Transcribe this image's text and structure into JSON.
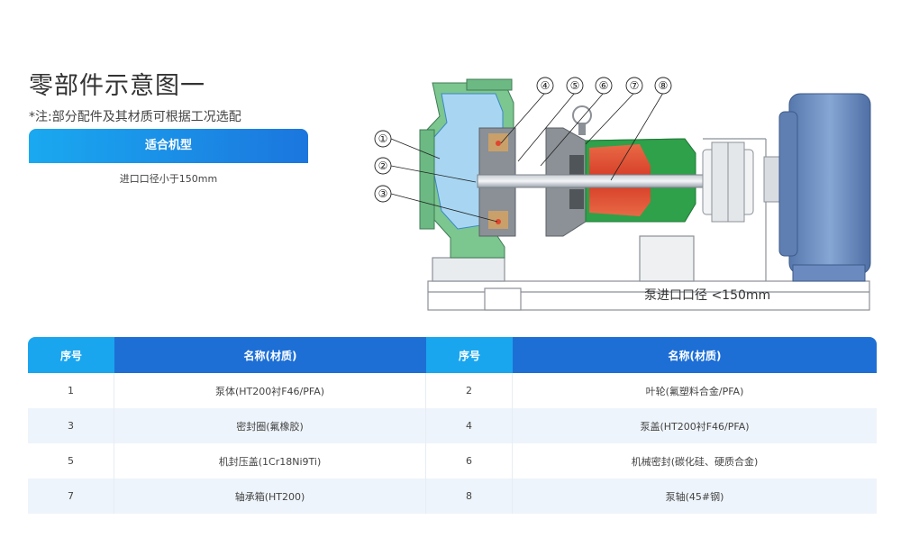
{
  "page": {
    "title": "零部件示意图一",
    "note": "*注:部分配件及其材质可根据工况选配"
  },
  "fit": {
    "header": "适合机型",
    "value": "进口口径小于150mm"
  },
  "diagram": {
    "callouts": [
      "①",
      "②",
      "③",
      "④",
      "⑤",
      "⑥",
      "⑦",
      "⑧"
    ],
    "caption": "泵进口口径 <150mm"
  },
  "table": {
    "headers": [
      "序号",
      "名称(材质)",
      "序号",
      "名称(材质)"
    ],
    "rows": [
      [
        "1",
        "泵体(HT200衬F46/PFA)",
        "2",
        "叶轮(氟塑料合金/PFA)"
      ],
      [
        "3",
        "密封圈(氟橡胶)",
        "4",
        "泵盖(HT200衬F46/PFA)"
      ],
      [
        "5",
        "机封压盖(1Cr18Ni9Ti)",
        "6",
        "机械密封(碳化硅、硬质合金)"
      ],
      [
        "7",
        "轴承箱(HT200)",
        "8",
        "泵轴(45#钢)"
      ]
    ]
  },
  "colors": {
    "accent_light": "#1aa6ef",
    "accent_dark": "#1d6fd6",
    "pump_green": "#7cc690",
    "bearing_green": "#2ea14a",
    "shaft_red": "#e0462f",
    "motor_blue": "#6d8fc2"
  }
}
